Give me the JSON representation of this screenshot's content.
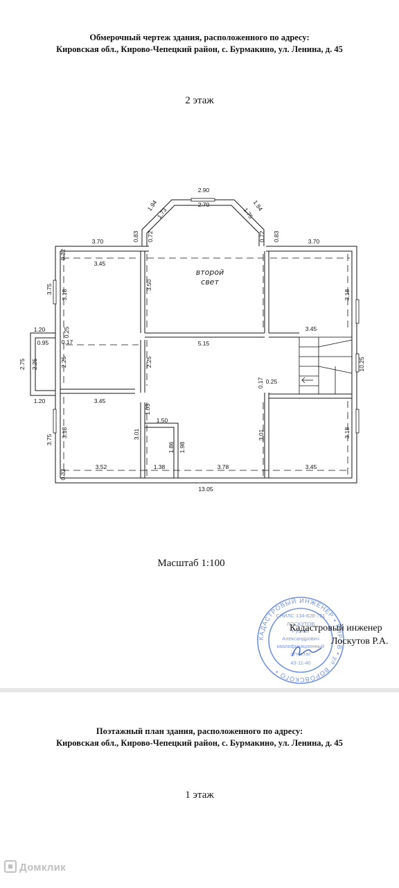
{
  "page1": {
    "heading_line1": "Обмерочный чертеж здания, расположенного по адресу:",
    "heading_line2": "Кировская обл., Кирово-Чепецкий район, с. Бурмакино, ул. Ленина, д. 45",
    "floor": "2 этаж",
    "scale": "Масштаб 1:100"
  },
  "plan": {
    "room_label_line1": "второй",
    "room_label_line2": "свет",
    "dimensions": {
      "bay_top_outer": "2.90",
      "bay_top_inner": "2.70",
      "bay_left_diag_outer": "1.94",
      "bay_left_diag_inner": "1.73",
      "bay_right_diag_outer": "1.94",
      "bay_right_diag_inner": "1.75",
      "bay_left_side_outer": "0.83",
      "bay_left_side_inner": "0.72",
      "bay_right_side_inner": "0.72",
      "bay_right_side_outer": "0.83",
      "top_left_width": "3.70",
      "top_right_width": "3.70",
      "room_tl_width": "3.45",
      "wall_thickness_tl": "0.32",
      "left_upper_outer": "3.75",
      "room_tl_height": "3.18",
      "center_height": "3.50",
      "room_tr_height": "3.18",
      "bay_window_width": "1.20",
      "bay_window_inner": "0.95",
      "wall_025_left": "0.25",
      "wall_017_left": "0.17",
      "left_mid_outer": "2.75",
      "left_mid_inner": "2.25",
      "room_ml_height": "2.25",
      "corridor_height": "2.25",
      "corridor_width": "5.15",
      "stair_landing_width": "3.45",
      "total_right_height": "10.25",
      "wall_017_right": "0.17",
      "wall_025_right": "0.25",
      "bay_window_width_bottom": "1.20",
      "room_bl_width": "3.45",
      "opening_103": "1.03",
      "bath_width": "1.50",
      "room_bl_height": "3.18",
      "bath_height_left": "3.01",
      "bath_inner_186": "1.86",
      "bath_inner_198": "1.98",
      "room_bc_height": "3.01",
      "room_br_height": "3.18",
      "left_lower_outer": "3.75",
      "wall_thickness_bl": "0.32",
      "bottom_352": "3.52",
      "bottom_138": "1.38",
      "bottom_378": "3.78",
      "bottom_345": "3.45",
      "total_width": "13.05"
    }
  },
  "engineer": {
    "title": "Кадастровый инженер",
    "name": "Лоскутов Р.А."
  },
  "stamp": {
    "ring_text": "КАДАСТРОВЫЙ ИНЖЕНЕР • КИРОВ • ул. ВОРОВСКОГО •",
    "line1": "СНИЛС 134-828-721",
    "line2": "ЛОСКУТОВ",
    "line3": "Руслан",
    "line4": "Александрович",
    "line5": "квалификационный",
    "line6": "аттестат",
    "line7": "43-11-40"
  },
  "page2": {
    "heading_line1": "Поэтажный план здания, расположенного по адресу:",
    "heading_line2": "Кировская обл., Кирово-Чепецкий район, с. Бурмакино, ул. Ленина, д. 45",
    "floor": "1 этаж"
  },
  "watermark": {
    "text": "Домклик"
  },
  "colors": {
    "ink": "#111111",
    "stamp_blue": "#5a7fd6",
    "divider": "#e6e6e6"
  }
}
